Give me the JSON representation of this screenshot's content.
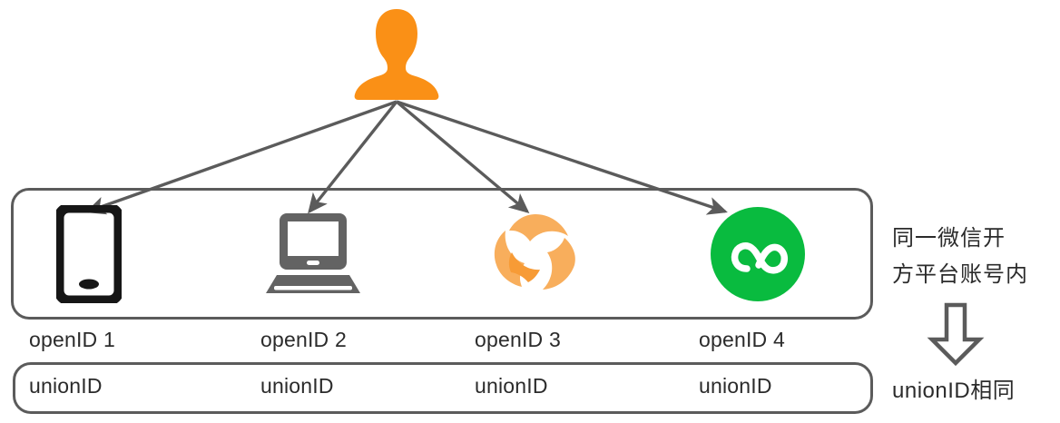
{
  "diagram": {
    "title": "WeChat openID / unionID relationship",
    "colors": {
      "orange": "#FA9016",
      "orange_light": "#F8AE5C",
      "green": "#09BB3F",
      "gray_stroke": "#5b5b5b",
      "dark": "#2b2b2b",
      "phone_black": "#161616",
      "laptop_gray": "#636363"
    },
    "person": {
      "icon": "user-silhouette-icon",
      "color": "#FA9016"
    },
    "devices": [
      {
        "icon": "mobile-phone-icon",
        "openid": "openID 1",
        "unionid": "unionID"
      },
      {
        "icon": "laptop-computer-icon",
        "openid": "openID 2",
        "unionid": "unionID"
      },
      {
        "icon": "orange-swirl-app-icon",
        "openid": "openID 3",
        "unionid": "unionID"
      },
      {
        "icon": "wechat-miniprogram-icon",
        "openid": "openID 4",
        "unionid": "unionID"
      }
    ],
    "side_note": {
      "lines": [
        "同一微信开",
        "方平台账号内"
      ],
      "arrow_icon": "hollow-down-arrow-icon",
      "conclusion": "unionID相同"
    }
  }
}
